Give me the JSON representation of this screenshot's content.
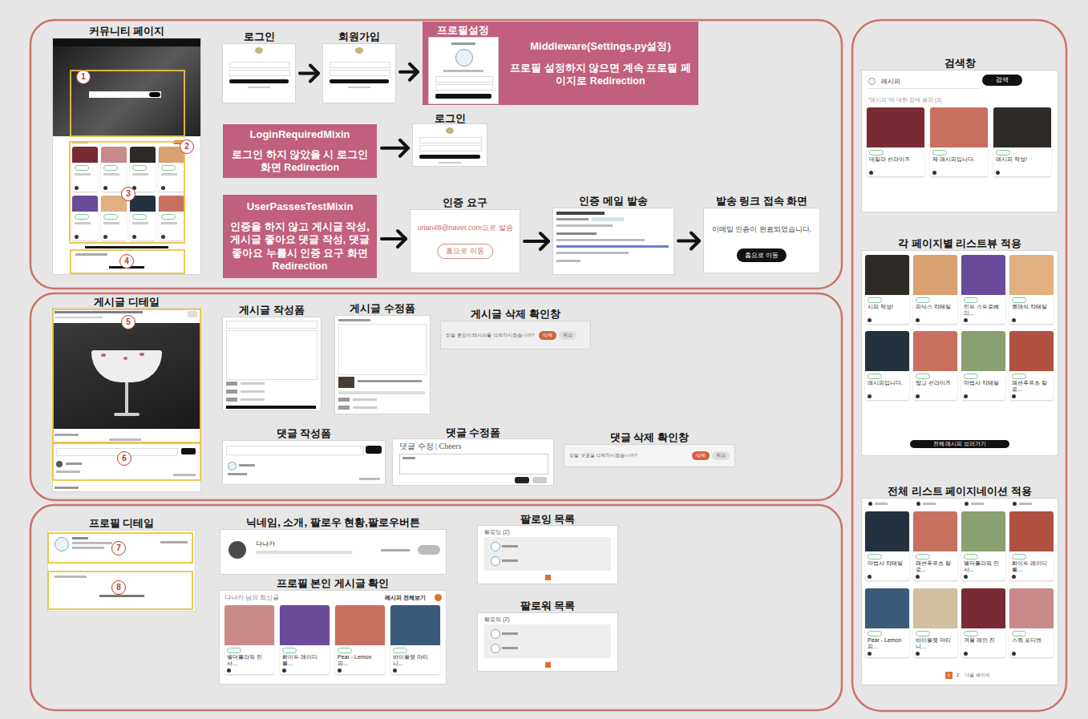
{
  "diagram": {
    "nodes": [
      {
        "text": [
          "커뮤니티 페이지"
        ]
      },
      {
        "text": [
          "로그인"
        ]
      },
      {
        "text": [
          "회원가입"
        ]
      },
      {
        "text": [
          "프로필설정"
        ]
      },
      {
        "text": [
          "Middleware(Settings.py설정)",
          "프로필 설정하지 않으면 계속 프로필 페이지로 Redirection"
        ]
      },
      {
        "text": [
          "LoginRequiredMixin",
          "로그인 하지 않았을 시 로그인 화면 Redirection"
        ]
      },
      {
        "text": [
          "로그인"
        ]
      },
      {
        "text": [
          "UserPassesTestMixin",
          "인증을 하지 않고 게시글 작성, 게시글 좋아요 댓글 작성, 댓글 좋아요 누를시 인증 요구 화면 Redirection"
        ]
      },
      {
        "text": [
          "인증 요구",
          "urian48@naver.com으로 발송",
          "홈으로 이동"
        ]
      },
      {
        "text": [
          "인증 메일 발송"
        ]
      },
      {
        "text": [
          "발송 링크 접속 화면",
          "이메일 인증이 완료되었습니다.",
          "홈으로 이동"
        ]
      },
      {
        "text": [
          "게시글 디테일"
        ]
      },
      {
        "text": [
          "게시글 작성폼"
        ]
      },
      {
        "text": [
          "게시글 수정폼"
        ]
      },
      {
        "text": [
          "게시글 삭제 확인창",
          "정말 본인이 레시피를 삭제하시겠습니까?",
          "삭제",
          "취소"
        ]
      },
      {
        "text": [
          "댓글 작성폼"
        ]
      },
      {
        "text": [
          "댓글 수정폼",
          "댓글 수정 | Cheers"
        ]
      },
      {
        "text": [
          "댓글 삭제 확인창",
          "정말 댓글을 삭제하시겠습니까?",
          "삭제",
          "취소"
        ]
      },
      {
        "text": [
          "프로필 디테일"
        ]
      },
      {
        "text": [
          "닉네임, 소개, 팔로우 현황,팔로우버튼",
          "다나카"
        ]
      },
      {
        "text": [
          "프로필 본인 게시글 확인",
          "다나카 님의 최신글",
          "레시피 전체보기",
          "엘더플라워 진 사...",
          "화이트 레이디를...",
          "Pear - Lemon 피...",
          "바이올렛 마티니..."
        ]
      },
      {
        "text": [
          "팔로잉 목록",
          "팔로잉 (2)"
        ]
      },
      {
        "text": [
          "팔로워 목록",
          "팔로워 (2)"
        ]
      },
      {
        "text": [
          "검색창",
          "레시피",
          "검색",
          "\"레시피\"에 대한 검색 결과 (3)",
          "데킬라 선라이즈",
          "제 레시피입니다.",
          "레시피 작성!"
        ]
      },
      {
        "text": [
          "각 페이지별 리스트뷰 적용",
          "시피 작성!",
          "피닉스 칵테일",
          "민트 스트로베리...",
          "클래식 칵테일",
          "레시피입니다.",
          "망고 선라이즈",
          "마법사 칵테일",
          "패션후르츠 칼로...",
          "전체 레시피 보러가기"
        ]
      },
      {
        "text": [
          "전체 리스트 페이지네이션 적용",
          "마법사 칵테일",
          "패션후르츠 칼로...",
          "엘더플라워 진 사...",
          "화이트 레이디를...",
          "Pear - Lemon 피...",
          "바이올렛 마티니...",
          "겨울 레인 진",
          "스쿼 포디엔",
          "1",
          "2",
          "다음 페이지"
        ]
      }
    ],
    "edges": [
      {
        "from": 1,
        "to": 2,
        "arrow": "to"
      },
      {
        "from": 2,
        "to": 3,
        "arrow": "to"
      },
      {
        "from": 5,
        "to": 6,
        "arrow": "to"
      },
      {
        "from": 7,
        "to": 8,
        "arrow": "to"
      },
      {
        "from": 8,
        "to": 9,
        "arrow": "to"
      },
      {
        "from": 9,
        "to": 10,
        "arrow": "to"
      }
    ],
    "labels": [
      "1",
      "2",
      "3",
      "4",
      "5",
      "6",
      "7",
      "8"
    ]
  }
}
